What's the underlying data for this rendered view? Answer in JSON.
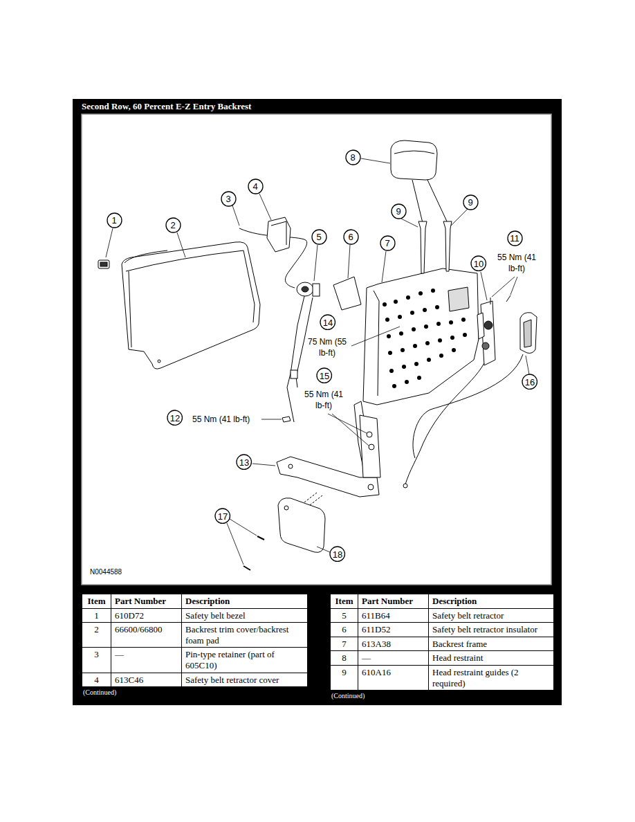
{
  "diagram": {
    "title": "Second Row, 60 Percent E-Z Entry Backrest",
    "nodes": [
      {
        "text": [
          "1"
        ]
      },
      {
        "text": [
          "2"
        ]
      },
      {
        "text": [
          "3"
        ]
      },
      {
        "text": [
          "4"
        ]
      },
      {
        "text": [
          "5"
        ]
      },
      {
        "text": [
          "6"
        ]
      },
      {
        "text": [
          "7"
        ]
      },
      {
        "text": [
          "8"
        ]
      },
      {
        "text": [
          "9"
        ]
      },
      {
        "text": [
          "9"
        ]
      },
      {
        "text": [
          "10"
        ]
      },
      {
        "text": [
          "11"
        ]
      },
      {
        "text": [
          "12"
        ]
      },
      {
        "text": [
          "13"
        ]
      },
      {
        "text": [
          "14"
        ]
      },
      {
        "text": [
          "15"
        ]
      },
      {
        "text": [
          "16"
        ]
      },
      {
        "text": [
          "17"
        ]
      },
      {
        "text": [
          "18"
        ]
      }
    ],
    "labels": [
      "55 Nm (41 lb-ft)",
      "75 Nm (55 lb-ft)",
      "55 Nm (41 lb-ft)",
      "55 Nm (41 lb-ft)",
      "N0044588",
      "Item",
      "Part Number",
      "Description",
      "1",
      "610D72",
      "Safety belt bezel",
      "2",
      "66600/66800",
      "Backrest trim cover/backrest foam pad",
      "3",
      "—",
      "Pin-type retainer (part of 605C10)",
      "4",
      "613C46",
      "Safety belt retractor cover",
      "(Continued)",
      "Item",
      "Part Number",
      "Description",
      "5",
      "611B64",
      "Safety belt retractor",
      "6",
      "611D52",
      "Safety belt retractor insulator",
      "7",
      "613A38",
      "Backrest frame",
      "8",
      "—",
      "Head restraint",
      "9",
      "610A16",
      "Head restraint guides (2 required)",
      "(Continued)"
    ]
  }
}
